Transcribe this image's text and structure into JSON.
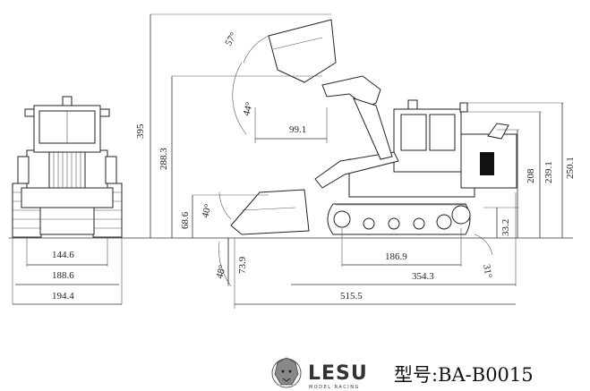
{
  "dimensions": {
    "front_width_inner": "144.6",
    "front_width_mid": "188.6",
    "front_width_outer": "194.4",
    "max_height": "395",
    "lift_height": "288.3",
    "bucket_reach": "99.1",
    "hinge_height": "68.6",
    "dump_angle_top": "57°",
    "tilt_angle_top": "44°",
    "rollback_angle": "40°",
    "dig_depth": "73.9",
    "dig_angle": "48°",
    "track_length": "186.9",
    "body_length": "354.3",
    "overall_length": "515.5",
    "cab_height": "239.1",
    "hood_height": "208",
    "clearance": "33.2",
    "departure_angle": "31°"
  },
  "brand": {
    "name": "LESU",
    "tagline": "MODEL RACING"
  },
  "model_label": "型号:BA-B0015",
  "colors": {
    "line": "#333333",
    "cab_window": "#111111",
    "text": "#222222"
  }
}
